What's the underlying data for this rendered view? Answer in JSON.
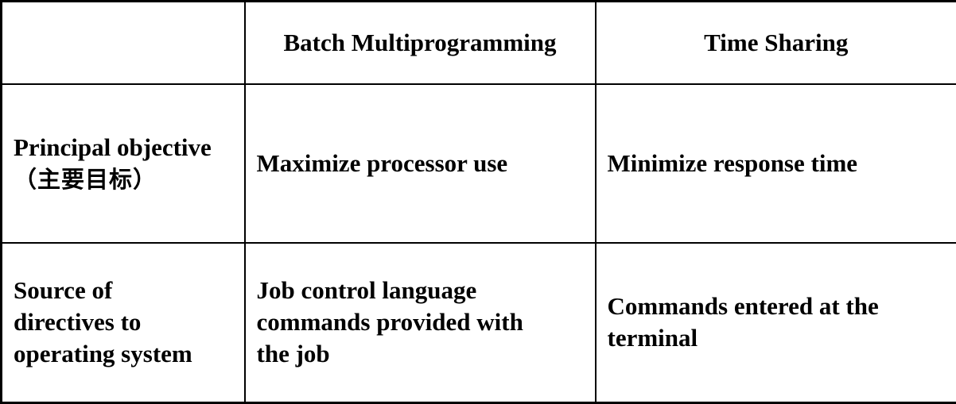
{
  "table": {
    "columns": [
      "",
      "Batch Multiprogramming",
      "Time Sharing"
    ],
    "rows": [
      {
        "label": "Principal objective",
        "label_cn": "（主要目标）",
        "batch": "Maximize processor use",
        "time_sharing": "Minimize response time"
      },
      {
        "label_lines": [
          "Source of",
          "directives to",
          "operating system"
        ],
        "batch_lines": [
          "Job control language",
          "commands provided with",
          "the job"
        ],
        "time_sharing_lines": [
          "Commands entered at the",
          "terminal"
        ]
      }
    ]
  }
}
